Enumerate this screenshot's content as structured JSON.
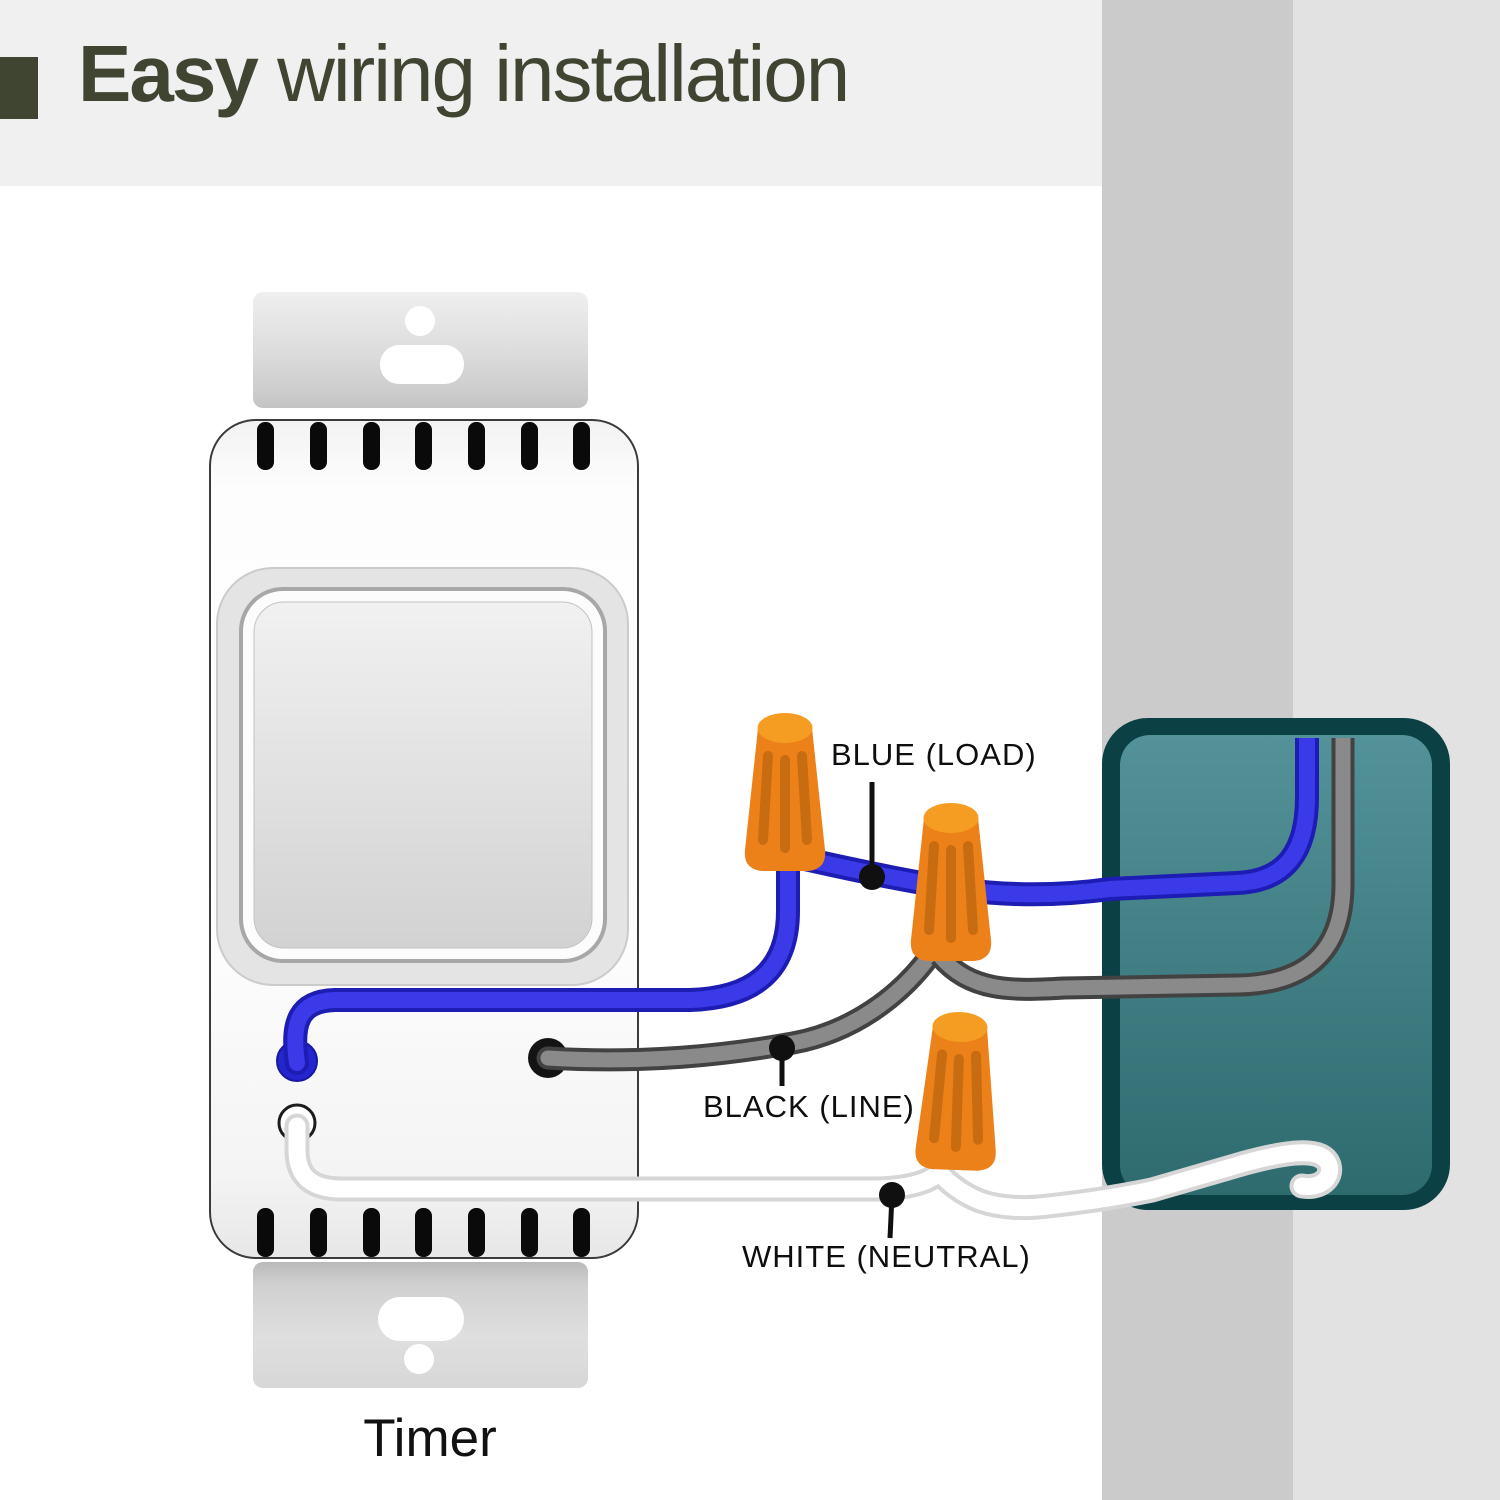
{
  "title": {
    "bold": "Easy",
    "rest": " wiring installation"
  },
  "labels": {
    "blue": "BLUE (LOAD)",
    "black": "BLACK (LINE)",
    "white": "WHITE (NEUTRAL)",
    "device": "Timer"
  },
  "colors": {
    "title_text": "#3f4530",
    "header_bg": "#f0f0f0",
    "band_mid": "#cbcbcb",
    "band_right": "#e2e2e2",
    "label_text": "#0e0e0e",
    "wire_blue_core": "#3a3ae8",
    "wire_blue_edge": "#1d1db4",
    "wire_blue_dot": "#2525cf",
    "wire_gray_core": "#8a8a8a",
    "wire_gray_edge": "#424242",
    "wire_white_core": "#ffffff",
    "wire_white_edge": "#d6d6d6",
    "nut_body": "#ec8119",
    "nut_top": "#f59c22",
    "nut_ridge": "#c76c10",
    "box_frame": "#0b4144",
    "box_inner_top": "#539298",
    "box_inner_bottom": "#2e6b6f",
    "leader": "#101010"
  }
}
